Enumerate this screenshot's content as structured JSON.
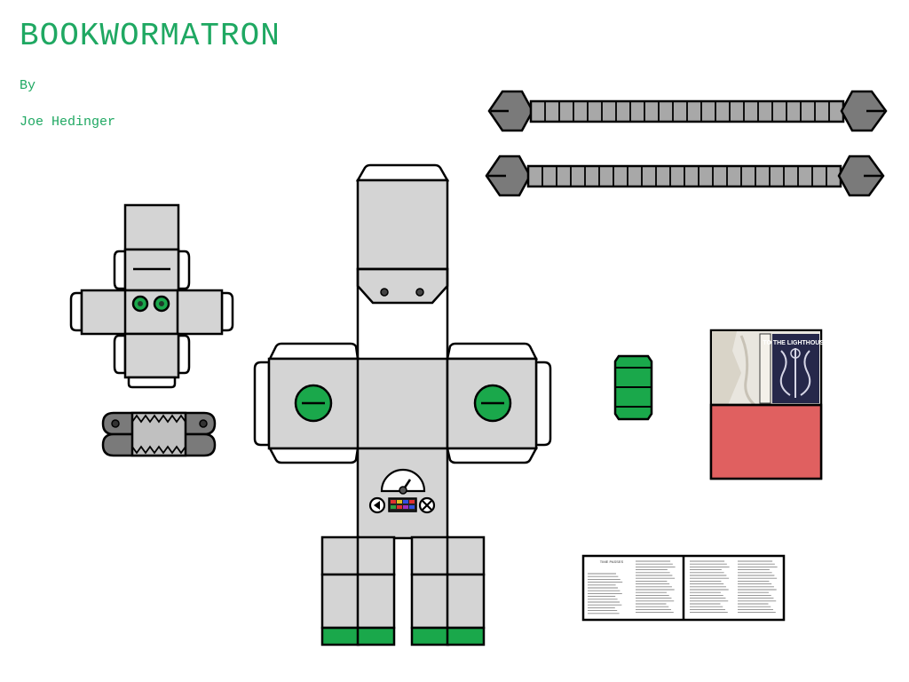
{
  "header": {
    "title": "BOOKWORMATRON",
    "by_label": "By",
    "author": "Joe Hedinger"
  },
  "colors": {
    "text_green": "#1fa862",
    "part_gray": "#d4d4d4",
    "dark_gray": "#7a7a7a",
    "accent_green": "#1aa84b",
    "cover_red": "#e06060"
  },
  "pieces": {
    "arm_count": 2,
    "book_cover_title": "TO THE LIGHTHOUSE",
    "book_page_heading": "TIME PASSES"
  }
}
